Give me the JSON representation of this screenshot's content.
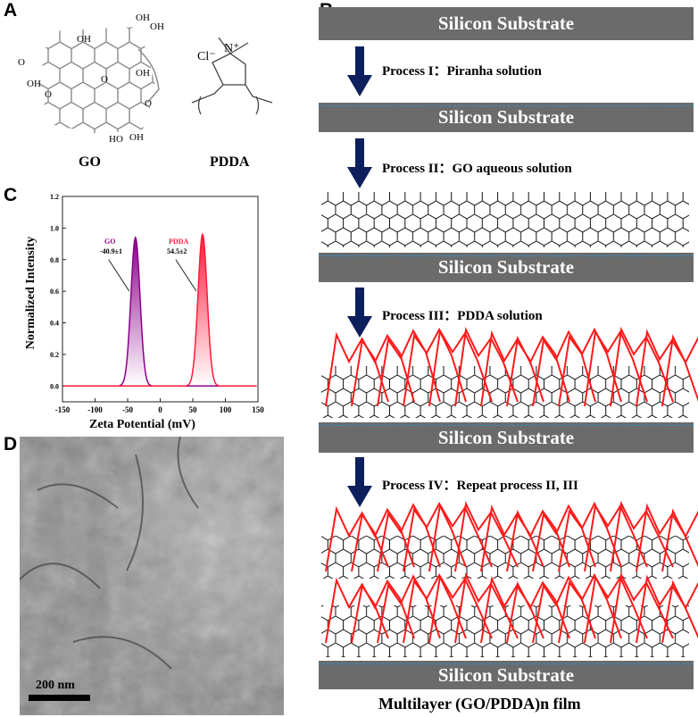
{
  "panels": {
    "a": "A",
    "b": "B",
    "c": "C",
    "d": "D"
  },
  "panel_a": {
    "go_label": "GO",
    "pdda_label": "PDDA",
    "chem": {
      "oh": "OH",
      "ho": "HO",
      "o": "O",
      "cl": "Cl⁻",
      "n": "N⁺"
    }
  },
  "panel_b": {
    "substrate": "Silicon Substrate",
    "processes": [
      "Process I：Piranha solution",
      "Process II：GO aqueous solution",
      "Process III：PDDA solution",
      "Process IV：Repeat  process II, III"
    ],
    "caption": "Multilayer (GO/PDDA)n film",
    "colors": {
      "substrate": "#6b6b6b",
      "arrow": "#0d1f5c",
      "pdda": "#ff1a1a",
      "interface": "#2a8fd6"
    }
  },
  "panel_d": {
    "scale_bar": "200 nm"
  },
  "chart_data": {
    "type": "line",
    "title": "",
    "xlabel": "Zeta Potential (mV)",
    "ylabel": "Normalized Intensity",
    "xlim": [
      -150,
      150
    ],
    "ylim": [
      -0.1,
      1.2
    ],
    "xticks": [
      "-150",
      "-100",
      "-50",
      "0",
      "50",
      "100",
      "150"
    ],
    "yticks": [
      "0.0",
      "0.2",
      "0.4",
      "0.6",
      "0.8",
      "1.0",
      "1.2"
    ],
    "series": [
      {
        "name": "GO",
        "annotation": "-40.9±1",
        "peak_x": -38,
        "peak_y": 0.94,
        "sigma": 7,
        "color": "#8b008b"
      },
      {
        "name": "PDDA",
        "annotation": "54.5±2",
        "peak_x": 65,
        "peak_y": 0.96,
        "sigma": 7,
        "color": "#ff1a3a"
      }
    ]
  }
}
